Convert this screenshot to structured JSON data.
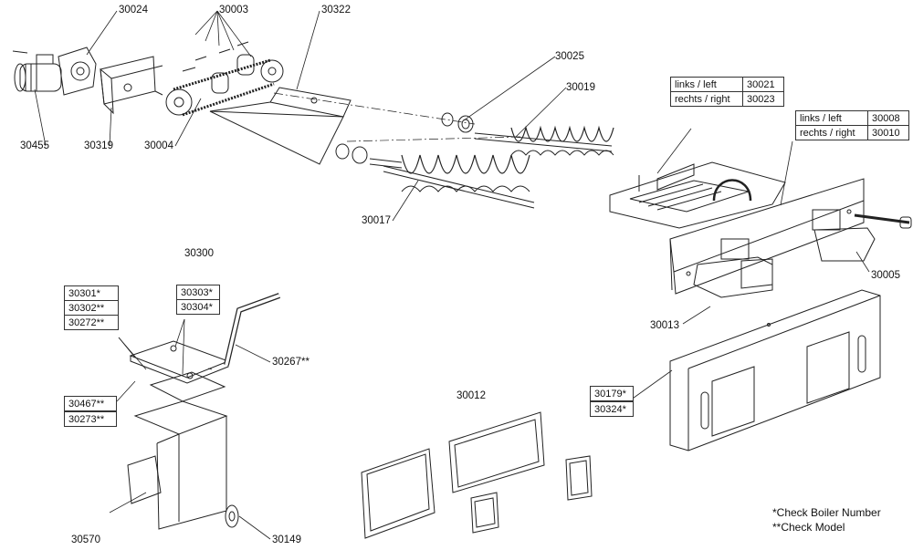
{
  "diagram": {
    "part_labels": {
      "p30024": "30024",
      "p30003": "30003",
      "p30322": "30322",
      "p30025": "30025",
      "p30019": "30019",
      "p30455": "30455",
      "p30319": "30319",
      "p30004": "30004",
      "p30017": "30017",
      "p30300": "30300",
      "p30005": "30005",
      "p30013": "30013",
      "p30267": "30267**",
      "p30012": "30012",
      "p30570": "30570",
      "p30149": "30149"
    },
    "tables": {
      "t30021": {
        "left": "links / left",
        "left_no": "30021",
        "right": "rechts / right",
        "right_no": "30023"
      },
      "t30008": {
        "left": "links / left",
        "left_no": "30008",
        "right": "rechts / right",
        "right_no": "30010"
      }
    },
    "ref_boxes": {
      "b30301": "30301*",
      "b30302": "30302**",
      "b30272": "30272**",
      "b30303": "30303*",
      "b30304": "30304*",
      "b30467": "30467**",
      "b30273": "30273**",
      "b30179": "30179*",
      "b30324": "30324*"
    },
    "notes": {
      "boiler": "*Check Boiler Number",
      "model": "**Check Model"
    }
  }
}
